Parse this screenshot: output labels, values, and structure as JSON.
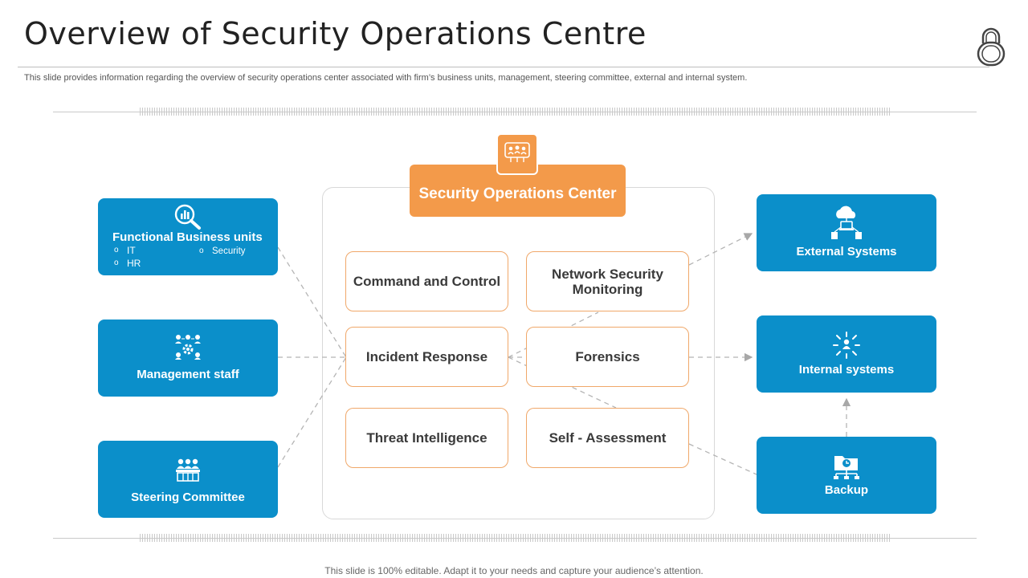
{
  "header": {
    "title": "Overview of Security Operations Centre",
    "subtitle": "This slide provides information regarding the overview of security operations center associated with firm’s business units, management, steering committee, external and internal system."
  },
  "footer": {
    "text": "This slide is 100% editable. Adapt it to your needs and capture your audience’s attention."
  },
  "colors": {
    "accent_blue": "#0b8fca",
    "accent_orange": "#f39a4a"
  },
  "center": {
    "title": "Security Operations Center",
    "functions": [
      {
        "label": "Command and Control"
      },
      {
        "label": "Network Security Monitoring"
      },
      {
        "label": "Incident Response"
      },
      {
        "label": "Forensics"
      },
      {
        "label": "Threat Intelligence"
      },
      {
        "label": "Self - Assessment"
      }
    ]
  },
  "left_boxes": {
    "business_units": {
      "label": "Functional Business units",
      "icon": "chart-magnifier-icon",
      "bullets": [
        "IT",
        "HR",
        "Security"
      ]
    },
    "management": {
      "label": "Management staff",
      "icon": "team-gear-icon"
    },
    "steering": {
      "label": "Steering Committee",
      "icon": "committee-icon"
    }
  },
  "right_boxes": {
    "external": {
      "label": "External Systems",
      "icon": "cloud-network-icon"
    },
    "internal": {
      "label": "Internal systems",
      "icon": "network-arrows-icon"
    },
    "backup": {
      "label": "Backup",
      "icon": "backup-folder-icon"
    }
  },
  "bullet_marker": "o"
}
